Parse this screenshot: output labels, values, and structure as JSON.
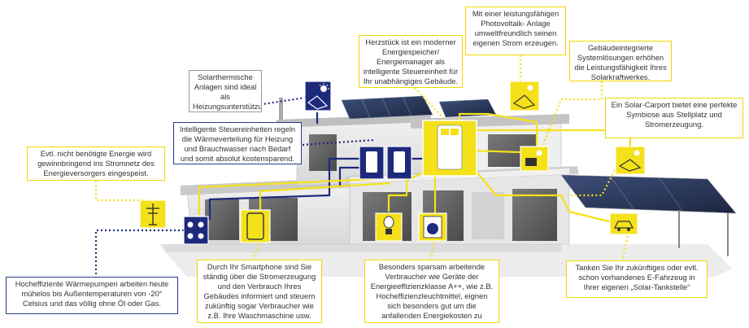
{
  "colors": {
    "yellow": "#f5e11a",
    "navy": "#1d2a7c",
    "gray": "#9a9a9a"
  },
  "callouts": {
    "solarthermie": "Solarthermische Anlagen sind ideal als Heizungsunterstützung einsetzbar.",
    "steuereinheiten": "Intelligente Steuereinheiten regeln die Wärmeverteilung für Heizung und Brauchwasser nach Bedarf und somit absolut kostensparend.",
    "energie_netz": "Evtl. nicht benötigte Energie wird gewinnbringend ins Stromnetz des Energieversorgers eingespeist.",
    "herzstueck": "Herzstück ist ein moderner Energiespeicher/ Energiemanager als intelligente Steuereinheit für Ihr unabhängiges Gebäude.",
    "photovoltaik": "Mit einer leistungsfähigen Photovoltaik- Anlage umweltfreundlich seinen eigenen Strom erzeugen.",
    "gebaeude": "Gebäudeintegrierte Systemlösungen erhöhen die Leistungsfähigkeit Ihres Solarkraftwerkes.",
    "carport": "Ein Solar-Carport bietet eine perfekte Symbiose aus Stellplatz und Stromerzeugung.",
    "waermepumpe": "Hocheffiziente Wärmepumpen arbeiten heute mühelos bis Außentemperaturen von -20° Celsius und das völlig ohne Öl oder Gas.",
    "smartphone": "Durch Ihr Smartphone sind Sie ständig über die Stromerzeugung und den Verbrauch Ihres Gebäudes informiert und steuern zukünftig sogar Verbraucher wie z.B. Ihre Waschmaschine usw.",
    "verbraucher": "Besonders sparsam arbeitende Verbraucher wie Geräte der Energieeffizienzklasse A++, wie z.B. Hocheffizienzleuchtmittel, eignen sich besonders gut um die anfallenden Energiekosten zu senken.",
    "tanken": "Tanken Sie Ihr zukünftiges oder evtl. schon vorhandenes E-Fahrzeug in Ihrer eigenen „Solar-Tankstelle“"
  }
}
